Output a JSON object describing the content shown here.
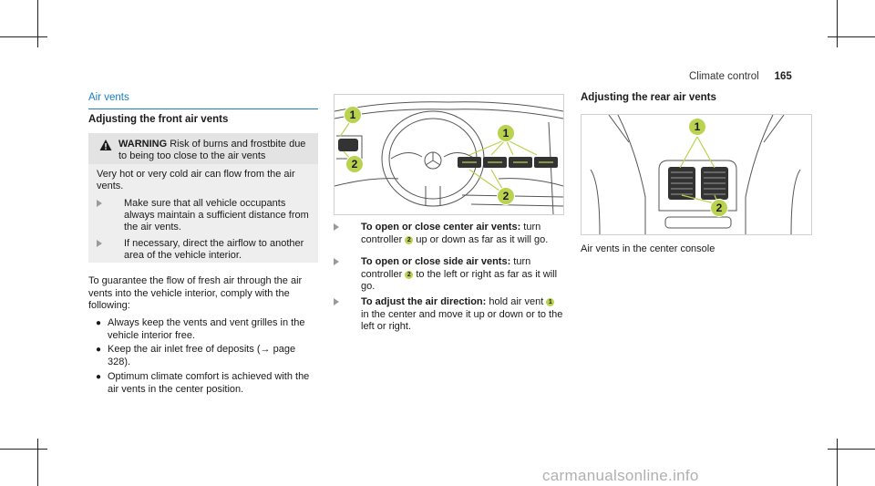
{
  "header": {
    "chapter": "Climate control",
    "page_number": "165"
  },
  "left": {
    "section_title": "Air vents",
    "subsection_title": "Adjusting the front air vents",
    "warning": {
      "label": "WARNING",
      "lead": "Risk of burns and frostbite due to being too close to the air vents",
      "body": "Very hot or very cold air can flow from the air vents.",
      "items": [
        "Make sure that all vehicle occupants always maintain a sufficient distance from the air vents.",
        "If necessary, direct the airflow to another area of the vehicle interior."
      ]
    },
    "intro": "To guarantee the flow of fresh air through the air vents into the vehicle interior, comply with the following:",
    "bullets": [
      "Always keep the vents and vent grilles in the vehicle interior free.",
      "Keep the air inlet free of deposits (→ page 328).",
      "Optimum climate comfort is achieved with the air vents in the center position."
    ]
  },
  "middle": {
    "figure_callouts": [
      "1",
      "2",
      "1",
      "2"
    ],
    "steps": [
      {
        "title": "To open or close center air vents:",
        "text_a": " turn controller ",
        "badge": "2",
        "text_b": " up or down as far as it will go."
      },
      {
        "title": "To open or close side air vents:",
        "text_a": " turn controller ",
        "badge": "2",
        "text_b": " to the left or right as far as it will go."
      },
      {
        "title": "To adjust the air direction:",
        "text_a": " hold air vent ",
        "badge": "1",
        "text_b": " in the center and move it up or down or to the left or right."
      }
    ]
  },
  "right": {
    "subsection_title": "Adjusting the rear air vents",
    "figure_callouts": [
      "1",
      "2"
    ],
    "caption": "Air vents in the center console"
  },
  "watermark": "carmanualsonline.info",
  "colors": {
    "accent": "#1a7fc2",
    "callout_badge": "#b9d24f",
    "warning_box": "#eeeeee"
  }
}
